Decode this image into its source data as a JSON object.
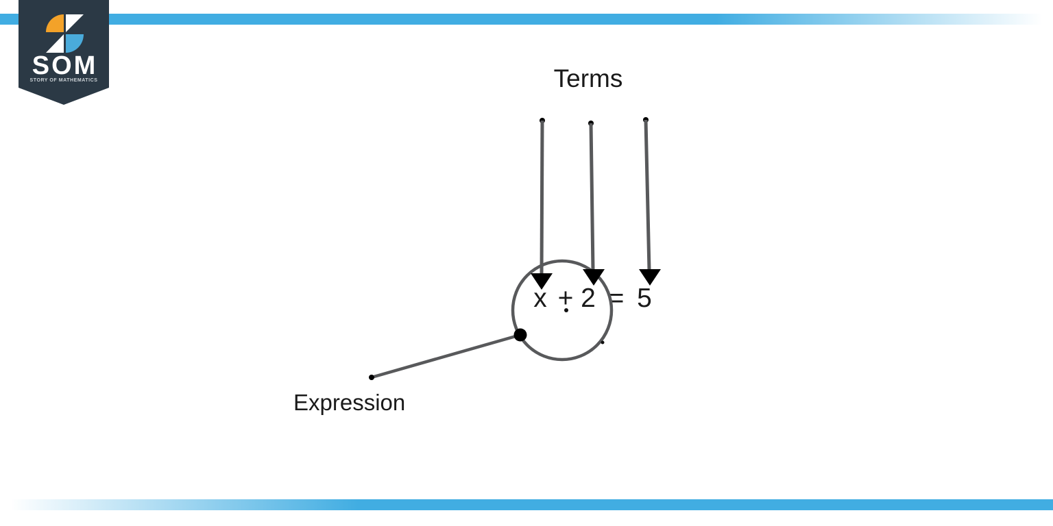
{
  "logo": {
    "name": "SOM",
    "tagline": "STORY OF MATHEMATICS"
  },
  "diagram": {
    "terms_label": "Terms",
    "expression_label": "Expression",
    "equation": {
      "term_1": "x",
      "operator": "+",
      "term_2": "2",
      "equals_sign": "=",
      "result": "5"
    }
  },
  "colors": {
    "accent_blue": "#41ade2",
    "badge_navy": "#2b3945",
    "logo_orange": "#f3a229",
    "logo_blue": "#4aabdb",
    "line_gray": "#58595b",
    "text_black": "#1a1a1a"
  }
}
